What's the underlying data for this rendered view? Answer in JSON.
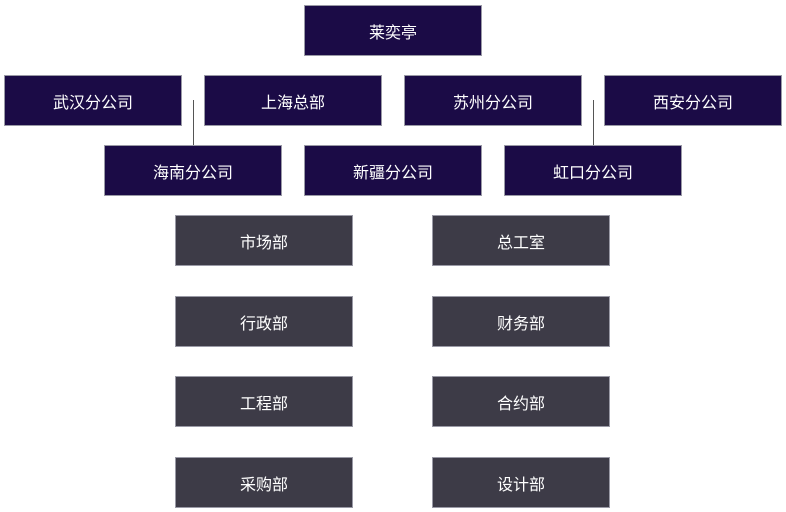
{
  "chart": {
    "root": "莱奕亭",
    "branches_row1": [
      "武汉分公司",
      "上海总部",
      "苏州分公司",
      "西安分公司"
    ],
    "branches_row2": [
      "海南分公司",
      "新疆分公司",
      "虹口分公司"
    ],
    "departments_left": [
      "市场部",
      "行政部",
      "工程部",
      "采购部"
    ],
    "departments_right": [
      "总工室",
      "财务部",
      "合约部",
      "设计部"
    ]
  },
  "colors": {
    "branch_fill": "#1b0b46",
    "department_fill": "#3d3b47",
    "text": "#ffffff"
  }
}
